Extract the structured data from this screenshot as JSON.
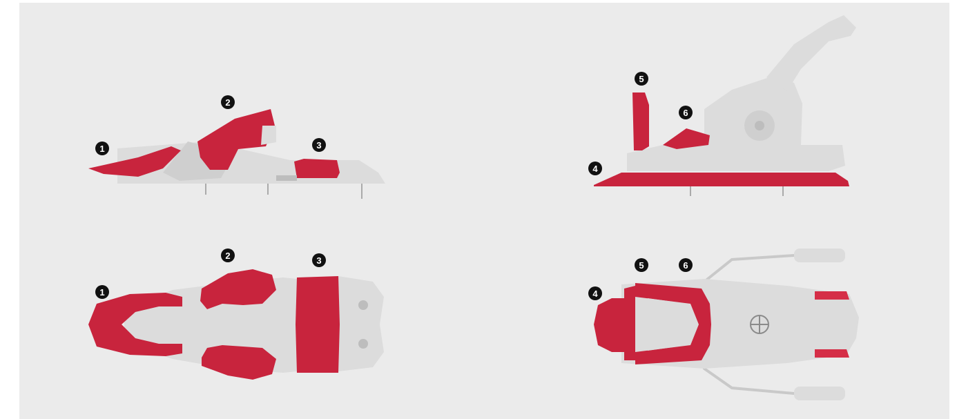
{
  "diagram": {
    "markers": {
      "m1": "1",
      "m2": "2",
      "m3": "3",
      "m4": "4",
      "m5": "5",
      "m6": "6"
    },
    "colors": {
      "background": "#ebebeb",
      "accent_red": "#c8243d",
      "part_grey": "#dcdcdc",
      "marker": "#111111"
    }
  }
}
